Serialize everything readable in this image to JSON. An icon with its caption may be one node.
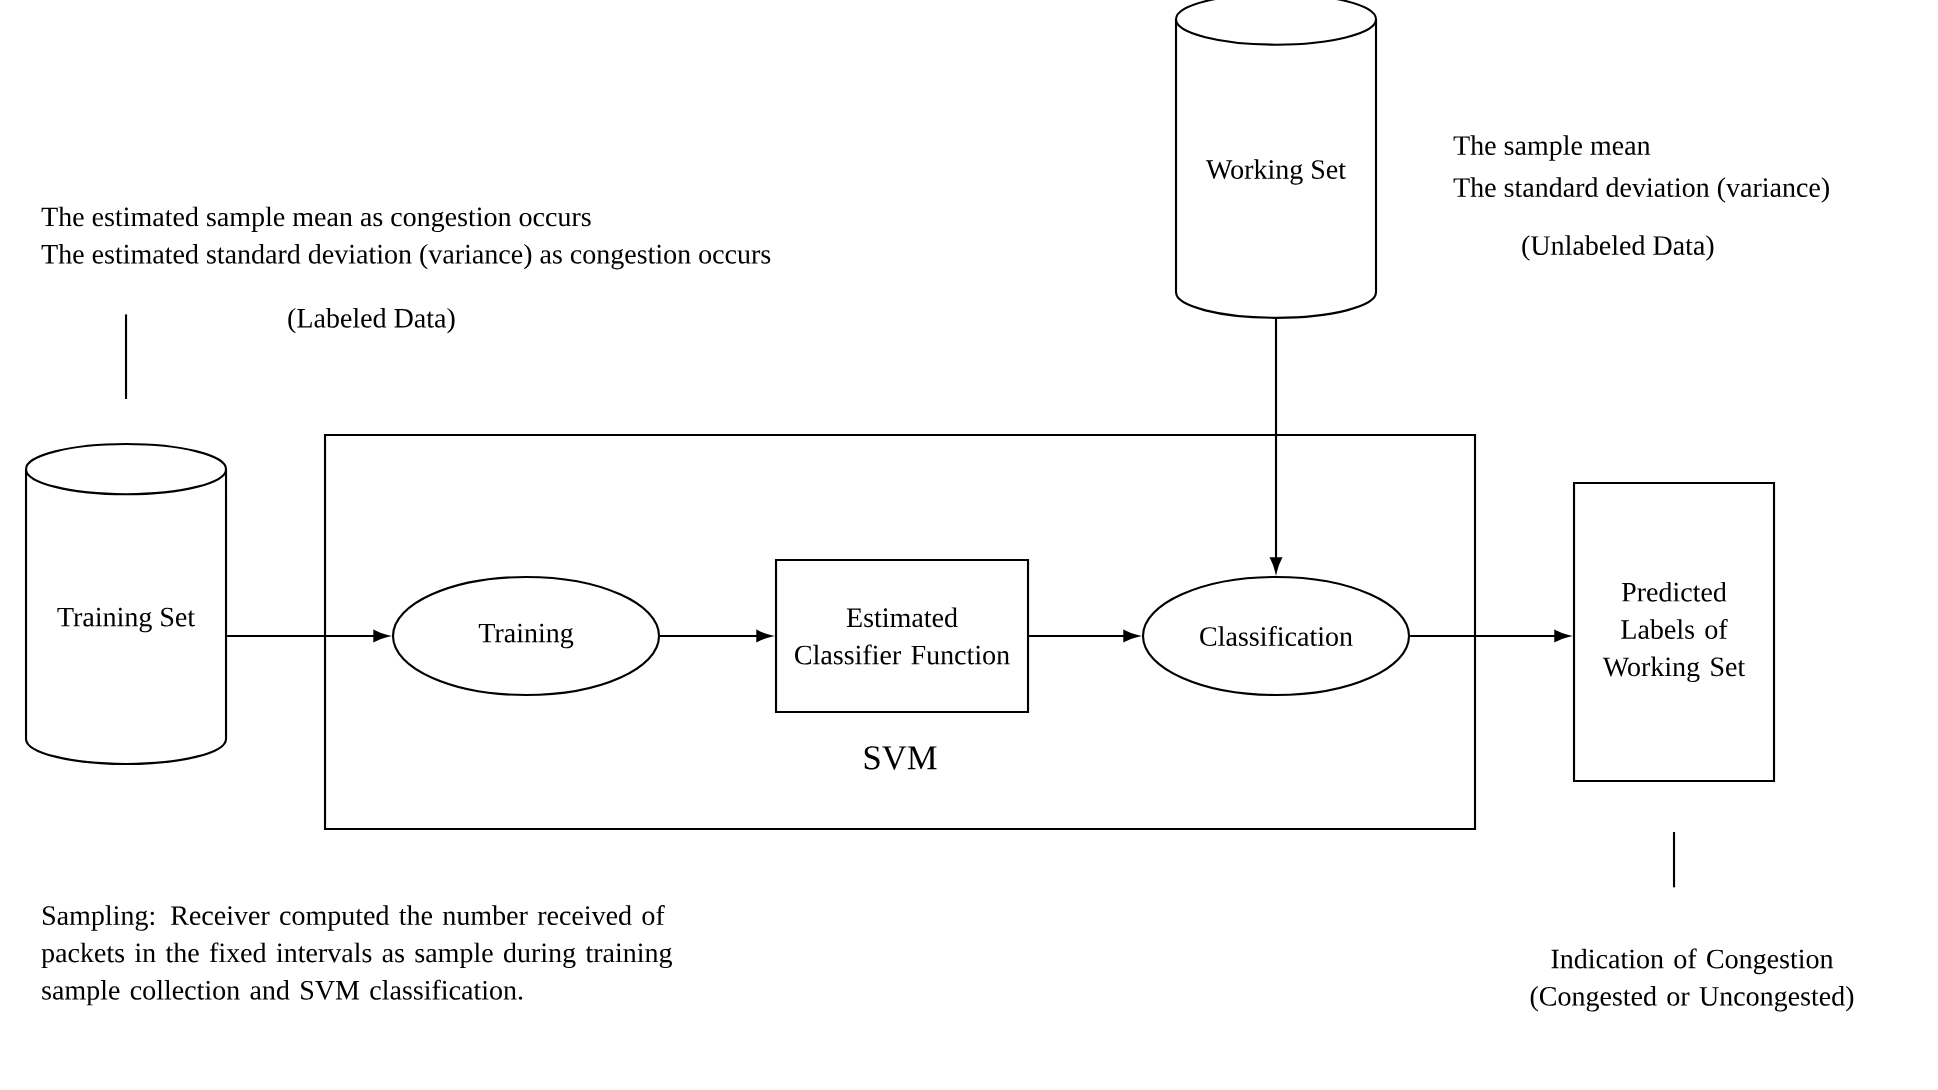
{
  "diagram": {
    "nodes": [
      {
        "text": [
          "SVM"
        ]
      },
      {
        "text": [
          "Training Set"
        ]
      },
      {
        "text": [
          "Training"
        ],
        "in": 0
      },
      {
        "text": [
          "Estimated Classifier Function"
        ],
        "in": 0
      },
      {
        "text": [
          "Classification"
        ],
        "in": 0
      },
      {
        "text": [
          "Working Set"
        ]
      },
      {
        "text": [
          "Predicted Labels of Working Set"
        ]
      },
      {
        "text": [
          "The estimated sample mean as congestion occurs",
          "The estimated standard deviation (variance) as congestion occurs",
          "(Labeled Data)"
        ]
      },
      {
        "text": [
          "Indication of Congestion (Congested or Uncongested)"
        ]
      }
    ],
    "edges": [
      {
        "from": 1,
        "to": 2,
        "arrow": "to"
      },
      {
        "from": 2,
        "to": 3,
        "arrow": "to"
      },
      {
        "from": 3,
        "to": 4,
        "arrow": "to"
      },
      {
        "from": 5,
        "to": 4,
        "arrow": "to"
      },
      {
        "from": 4,
        "to": 6,
        "arrow": "to"
      },
      {
        "from": 7,
        "to": 1,
        "arrow": "none"
      },
      {
        "from": 6,
        "to": 8,
        "arrow": "none"
      }
    ],
    "labels": [
      "The sample mean",
      "The standard deviation (variance)",
      "(Unlabeled Data)",
      "Sampling: Receiver computed the number received of packets in the fixed intervals as sample during training sample collection and SVM classification."
    ]
  }
}
